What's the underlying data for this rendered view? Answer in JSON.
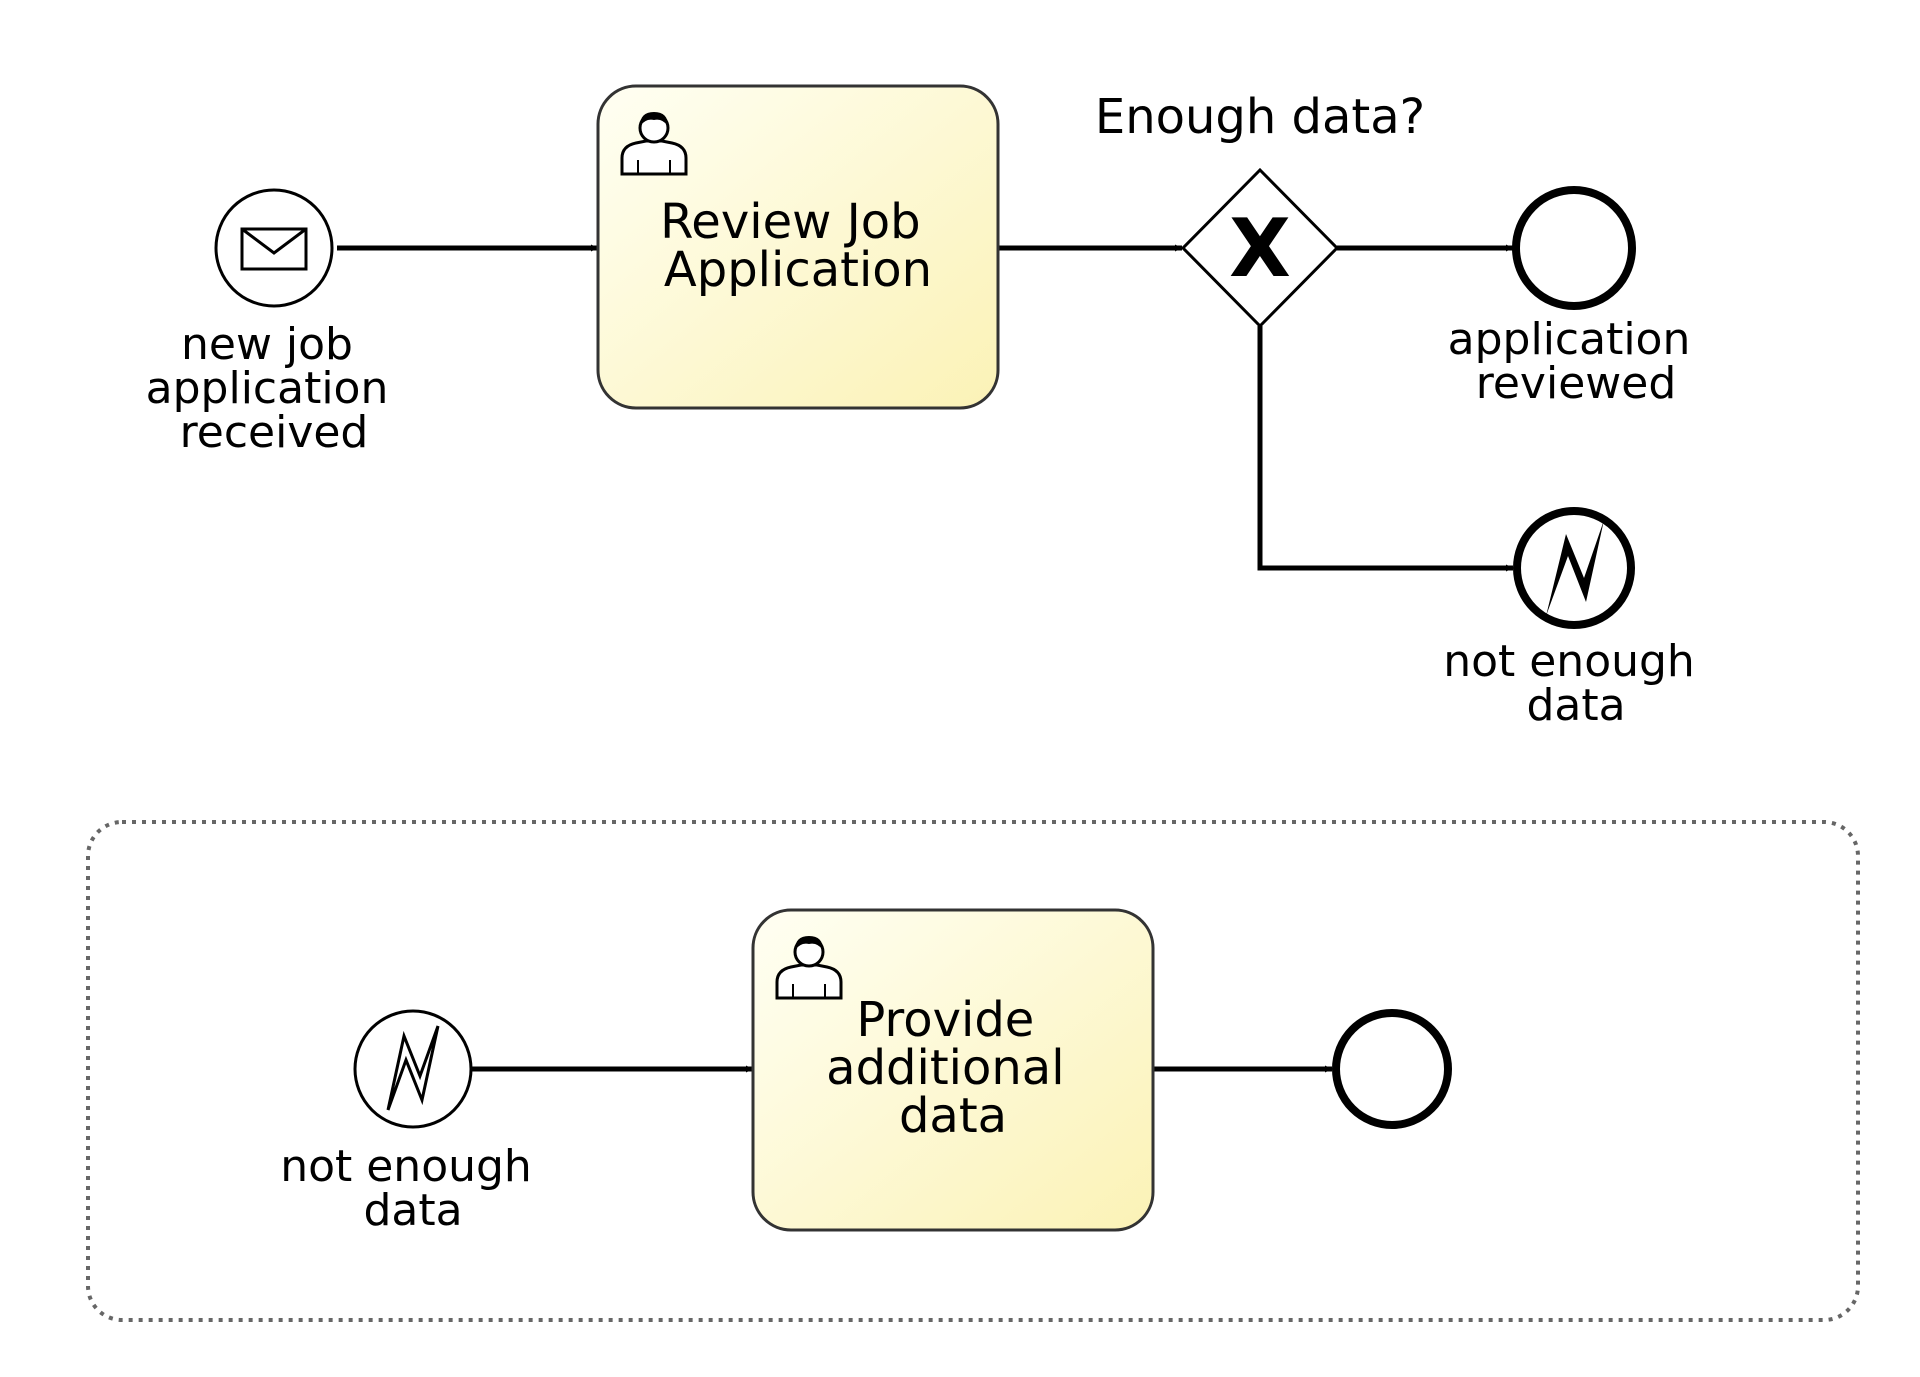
{
  "diagram": {
    "start_event": {
      "label_lines": [
        "new job",
        "application",
        "received"
      ],
      "icon": "envelope-icon"
    },
    "review_task": {
      "label_lines": [
        "Review Job",
        "Application"
      ],
      "icon": "user-icon"
    },
    "gateway": {
      "title": "Enough data?",
      "marker": "X"
    },
    "end_reviewed": {
      "label_lines": [
        "application",
        "reviewed"
      ]
    },
    "error_end": {
      "label_lines": [
        "not enough",
        "data"
      ],
      "icon": "lightning-icon"
    },
    "event_subprocess": {
      "error_start": {
        "label_lines": [
          "not enough",
          "data"
        ],
        "icon": "lightning-icon"
      },
      "provide_task": {
        "label_lines": [
          "Provide",
          "additional",
          "data"
        ],
        "icon": "user-icon"
      }
    }
  },
  "colors": {
    "task_fill_light": "#fffff3",
    "task_fill_dark": "#fbf2b6",
    "stroke": "#000000",
    "subprocess_border": "#666666"
  }
}
